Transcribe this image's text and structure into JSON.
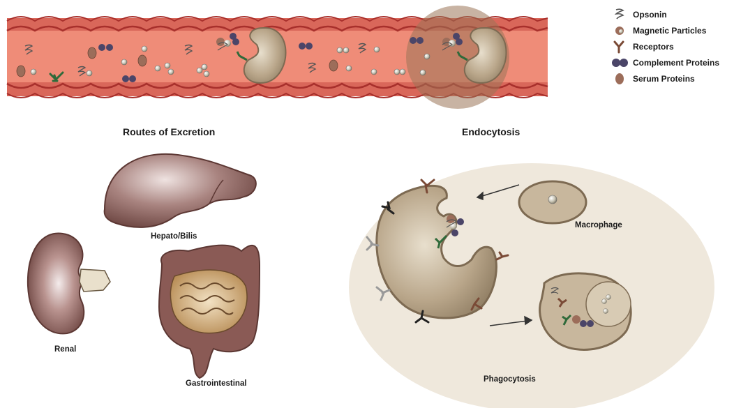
{
  "legend": [
    {
      "icon": "opsonin-icon",
      "label": "Opsonin"
    },
    {
      "icon": "magnetic-particle-icon",
      "label": "Magnetic Particles"
    },
    {
      "icon": "receptor-icon",
      "label": "Receptors"
    },
    {
      "icon": "complement-protein-icon",
      "label": "Complement Proteins"
    },
    {
      "icon": "serum-protein-icon",
      "label": "Serum Proteins"
    }
  ],
  "sections": {
    "excretion_title": "Routes of Excretion",
    "endocytosis_title": "Endocytosis"
  },
  "organs": {
    "liver": "Hepato/Bilis",
    "kidney": "Renal",
    "intestine": "Gastrointestinal"
  },
  "cells": {
    "macrophage": "Macrophage",
    "phagocytosis": "Phagocytosis"
  },
  "colors": {
    "vessel": "#ef8c78",
    "vessel_wall": "#b8403a",
    "cell": "#b9a68a",
    "organ": "#8a5a55",
    "endocytosis_bg": "#efe8dc"
  }
}
